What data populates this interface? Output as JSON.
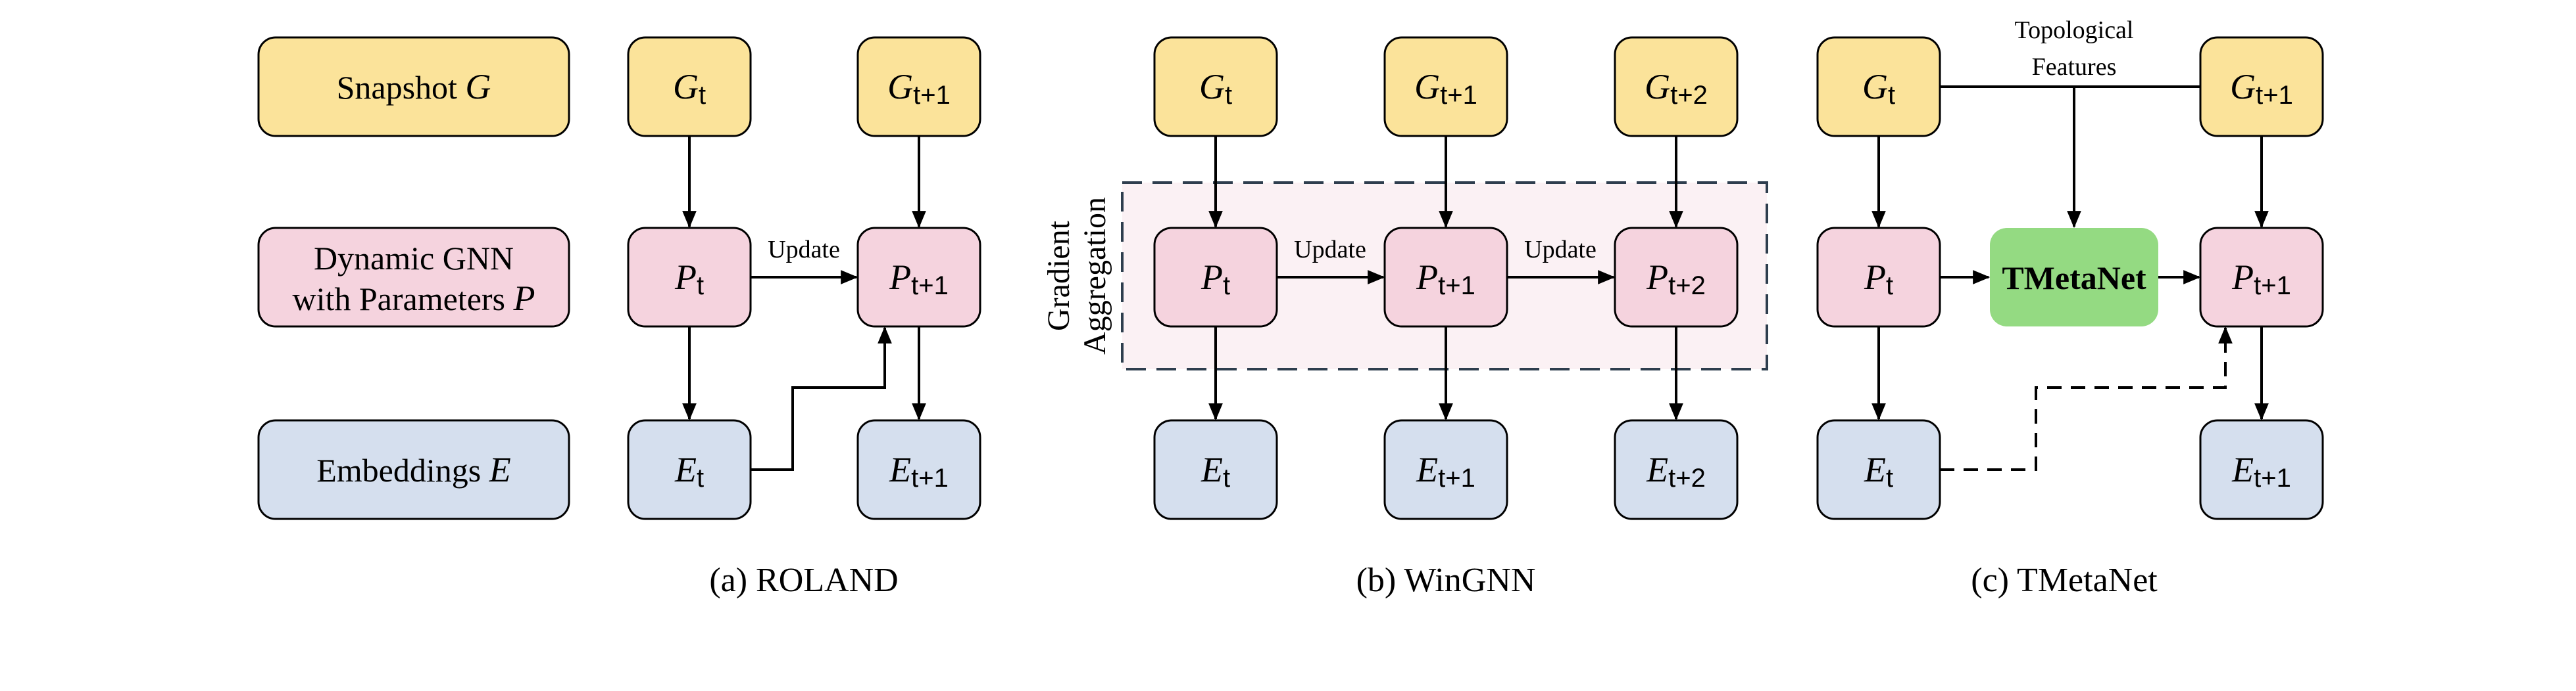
{
  "colors": {
    "snapshot": "#FBE39A",
    "params": "#F5D3DE",
    "embed": "#D5DFEE",
    "tmetanet": "#94DA82",
    "window_bg": "#FBF1F4",
    "window_border": "#2E3E4E",
    "stroke": "#000000"
  },
  "legend": {
    "snapshot": {
      "text": "Snapshot ",
      "symbol": "G"
    },
    "dynamic_gnn": {
      "line1": "Dynamic GNN",
      "line2_text": "with Parameters ",
      "line2_symbol": "P"
    },
    "embeddings": {
      "text": "Embeddings ",
      "symbol": "E"
    }
  },
  "symbols": {
    "G": "G",
    "P": "P",
    "E": "E",
    "sub_t": "t",
    "sub_t1": "t+1",
    "sub_t2": "t+2"
  },
  "panels": {
    "roland": {
      "caption": "(a) ROLAND",
      "update_label": "Update"
    },
    "wingnn": {
      "caption": "(b) WinGNN",
      "update_label_1": "Update",
      "update_label_2": "Update",
      "aggregation_line1": "Gradient",
      "aggregation_line2": "Aggregation"
    },
    "tmetanet": {
      "caption": "(c) TMetaNet",
      "meta_box": "TMetaNet",
      "topo_line1": "Topological",
      "topo_line2": "Features"
    }
  }
}
